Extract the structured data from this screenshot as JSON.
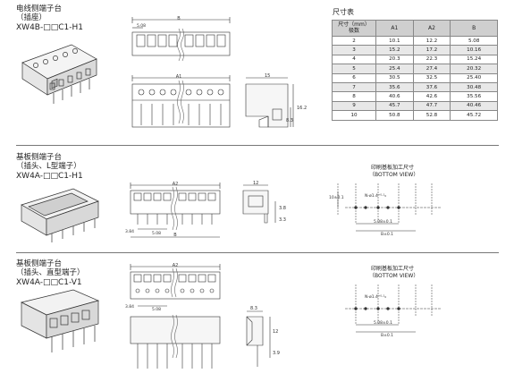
{
  "sections": [
    {
      "title1": "电线侧端子台",
      "title2": "（插座）",
      "code": "XW4B-□□C1-H1"
    },
    {
      "title1": "基板侧端子台",
      "title2": "（插头、L型端子）",
      "code": "XW4A-□□C1-H1"
    },
    {
      "title1": "基板侧端子台",
      "title2": "（插头、直型端子）",
      "code": "XW4A-□□C1-V1"
    }
  ],
  "dims": {
    "s1": {
      "b": "B",
      "d508": "5.08",
      "a1": "A1",
      "d15": "15",
      "d162": "16.2",
      "d83": "8.3"
    },
    "s2": {
      "a2": "A2",
      "b": "B",
      "d508": "5.08",
      "d384": "3.84",
      "d12": "12",
      "d38": "3.8",
      "d33": "3.3"
    },
    "s3": {
      "a2": "A2",
      "d384": "3.84",
      "d508": "5.08",
      "d83": "8.3",
      "d12": "12",
      "d39": "3.9"
    }
  },
  "pcb": [
    {
      "title": "印刷基板加工尺寸",
      "sub": "（BOTTOM VIEW）",
      "d10": "10±0.1",
      "hole": "N-ø1.4⁺⁰·¹₀",
      "pitch": "5.08±0.1",
      "b": "B±0.1"
    },
    {
      "title": "印刷基板加工尺寸",
      "sub": "（BOTTOM VIEW）",
      "hole": "N-ø1.4⁺⁰·¹₀",
      "pitch": "5.08±0.1",
      "b": "B±0.1"
    }
  ],
  "table": {
    "title": "尺寸表",
    "header": [
      "尺寸（mm）\n极数",
      "A1",
      "A2",
      "B"
    ],
    "rows": [
      [
        "2",
        "10.1",
        "12.2",
        "5.08"
      ],
      [
        "3",
        "15.2",
        "17.2",
        "10.16"
      ],
      [
        "4",
        "20.3",
        "22.3",
        "15.24"
      ],
      [
        "5",
        "25.4",
        "27.4",
        "20.32"
      ],
      [
        "6",
        "30.5",
        "32.5",
        "25.40"
      ],
      [
        "7",
        "35.6",
        "37.6",
        "30.48"
      ],
      [
        "8",
        "40.6",
        "42.6",
        "35.56"
      ],
      [
        "9",
        "45.7",
        "47.7",
        "40.46"
      ],
      [
        "10",
        "50.8",
        "52.8",
        "45.72"
      ]
    ]
  }
}
